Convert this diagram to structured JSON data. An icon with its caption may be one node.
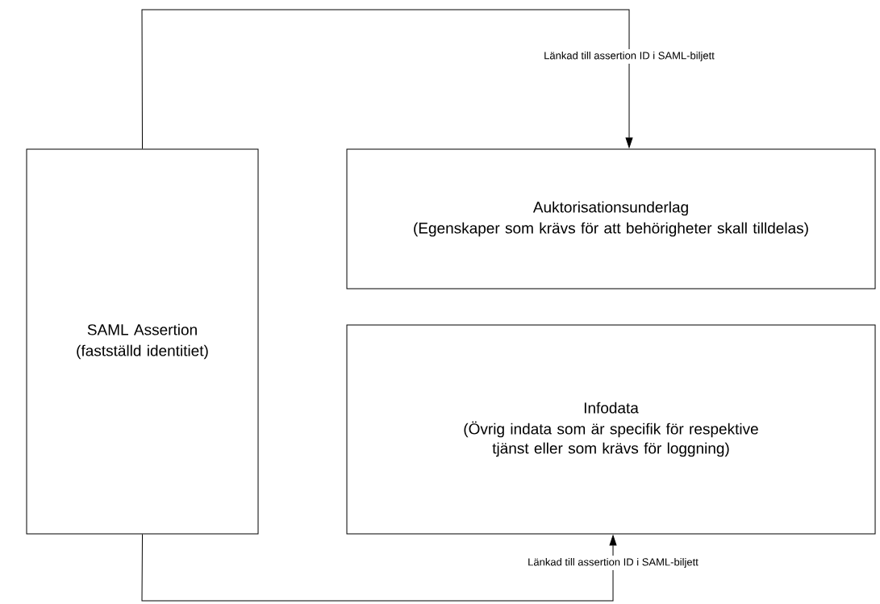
{
  "diagram": {
    "nodes": [
      {
        "text": [
          "SAML Assertion",
          "(fastställd identitiet)"
        ]
      },
      {
        "text": [
          "Auktorisationsunderlag",
          "(Egenskaper som krävs för att behörigheter skall tilldelas)"
        ]
      },
      {
        "text": [
          "Infodata",
          "(Övrig indata som är specifik för respektive tjänst eller som krävs för loggning)"
        ]
      }
    ],
    "edges": [
      {
        "from": 0,
        "to": 1,
        "arrow": "to",
        "label": "Länkad till assertion ID i SAML-biljett"
      },
      {
        "from": 0,
        "to": 2,
        "arrow": "to",
        "label": "Länkad till assertion ID i SAML-biljett"
      }
    ]
  }
}
